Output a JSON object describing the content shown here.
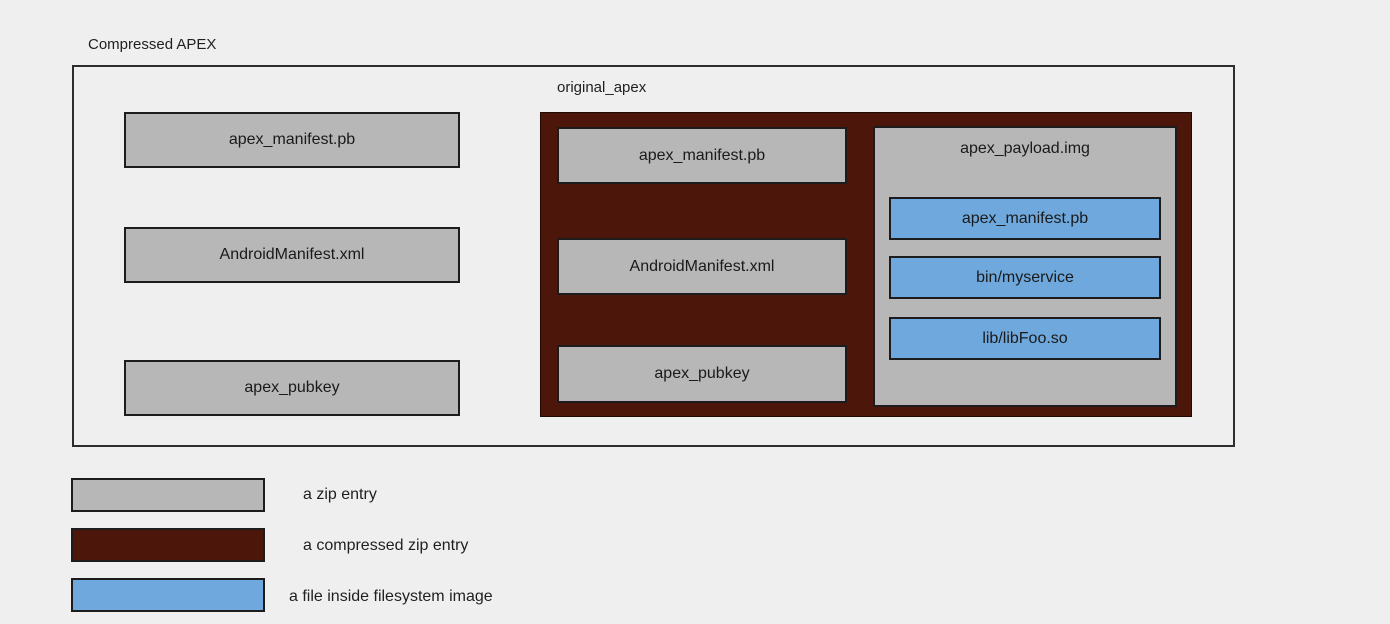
{
  "diagram": {
    "title": "Compressed APEX",
    "zip_entries": [
      "apex_manifest.pb",
      "AndroidManifest.xml",
      "apex_pubkey"
    ],
    "original_apex": {
      "label": "original_apex",
      "zip_entries": [
        "apex_manifest.pb",
        "AndroidManifest.xml",
        "apex_pubkey"
      ],
      "payload": {
        "label": "apex_payload.img",
        "files": [
          "apex_manifest.pb",
          "bin/myservice",
          "lib/libFoo.so"
        ]
      }
    }
  },
  "legend": {
    "items": [
      {
        "label": "a zip entry",
        "color": "#b7b7b7"
      },
      {
        "label": "a compressed zip entry",
        "color": "#4c170a"
      },
      {
        "label": "a file inside filesystem image",
        "color": "#6fa8dc"
      }
    ]
  },
  "colors": {
    "background": "#efefef",
    "zip_entry": "#b7b7b7",
    "compressed_zip_entry": "#4c170a",
    "filesystem_file": "#6fa8dc",
    "border": "#1c1c1c"
  }
}
